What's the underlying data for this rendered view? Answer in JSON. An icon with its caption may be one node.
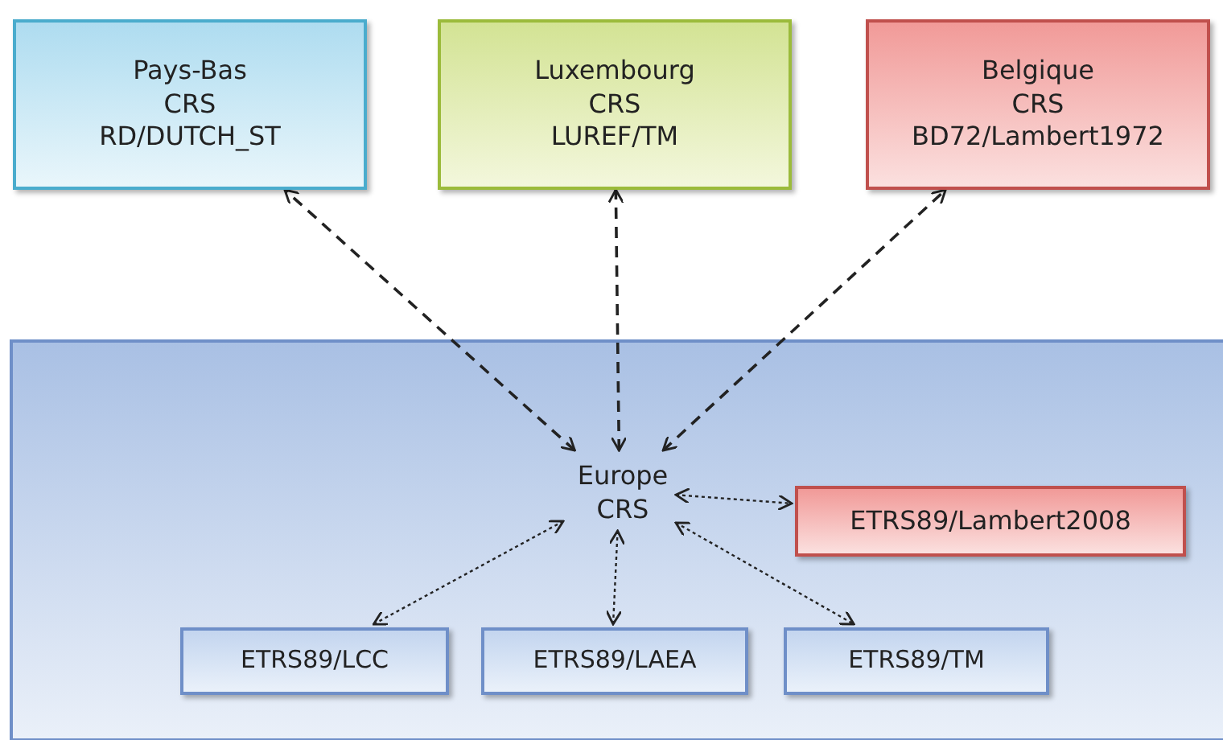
{
  "diagram": {
    "nodes": [
      {
        "text": [
          "Pays-Bas",
          "CRS",
          "RD/DUTCH_ST"
        ]
      },
      {
        "text": [
          "Luxembourg",
          "CRS",
          "LUREF/TM"
        ]
      },
      {
        "text": [
          "Belgique",
          "CRS",
          "BD72/Lambert1972"
        ]
      },
      {
        "text": [],
        "shape": "box"
      },
      {
        "text": [
          "Europe",
          "CRS"
        ],
        "in": 3
      },
      {
        "text": [
          "ETRS89/Lambert2008"
        ],
        "in": 3
      },
      {
        "text": [
          "ETRS89/LCC"
        ],
        "in": 3
      },
      {
        "text": [
          "ETRS89/LAEA"
        ],
        "in": 3
      },
      {
        "text": [
          "ETRS89/TM"
        ],
        "in": 3
      }
    ],
    "edges": [
      {
        "from": 4,
        "to": 0,
        "arrow": "both",
        "style": "dashed"
      },
      {
        "from": 4,
        "to": 1,
        "arrow": "both",
        "style": "dashed"
      },
      {
        "from": 4,
        "to": 2,
        "arrow": "both",
        "style": "dashed"
      },
      {
        "from": 4,
        "to": 5,
        "arrow": "both"
      },
      {
        "from": 4,
        "to": 6,
        "arrow": "both"
      },
      {
        "from": 4,
        "to": 7,
        "arrow": "both"
      },
      {
        "from": 4,
        "to": 8,
        "arrow": "both"
      }
    ]
  }
}
